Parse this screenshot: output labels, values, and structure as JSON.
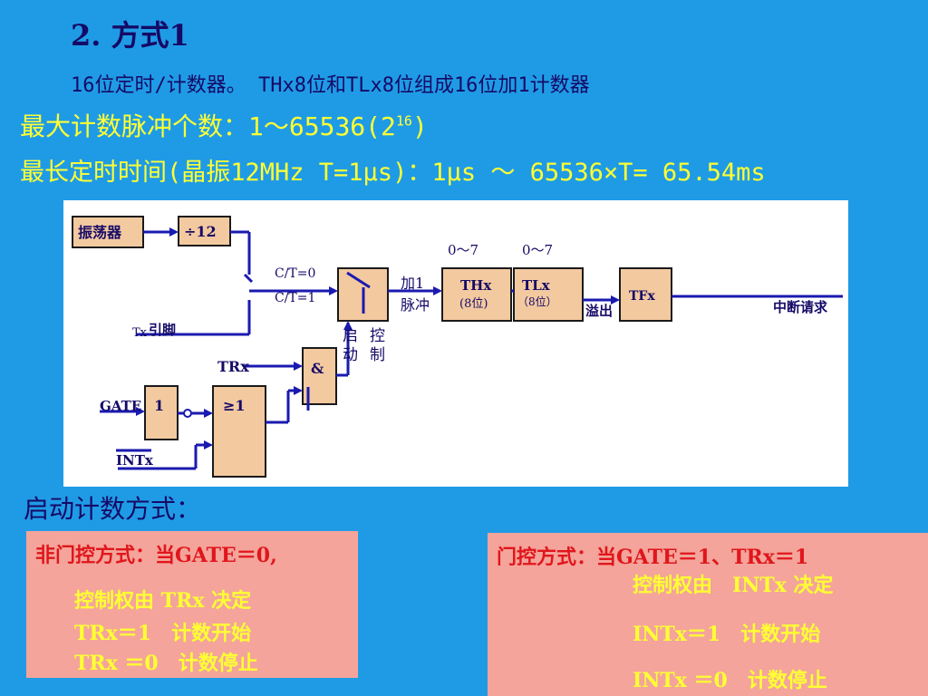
{
  "slide": {
    "title": "2. 方式1",
    "subtitle": "16位定时/计数器。 THx8位和TLx8位组成16位加1计数器",
    "max_count": {
      "label": "最大计数脉冲个数：",
      "value": "1～65536(2",
      "exponent": "16",
      "close": ")"
    },
    "max_time": "最长定时时间(晶振12MHz T=1μs)：1μs ～ 65536×T= 65.54ms"
  },
  "diagram": {
    "oscillator": "振荡器",
    "divider": "÷12",
    "ct0": "C/T=0",
    "ct1": "C/T=1",
    "tx_pin_prefix": "Tx",
    "tx_pin_suffix": "引脚",
    "trx": "TRx",
    "and_gate": "&",
    "gate_input": "GATE",
    "not_gate": "1",
    "or_gate": "≥1",
    "intx": "INTx",
    "start_1": "启",
    "start_2": "动",
    "control_1": "控",
    "control_2": "制",
    "add1_1": "加1",
    "add1_2": "脉冲",
    "thx_range": "0～7",
    "tlx_range": "0～7",
    "thx": "THx",
    "thx_bits": "(8位)",
    "tlx": "TLx",
    "tlx_bits": "（8位）",
    "overflow": "溢出",
    "tfx": "TFx",
    "interrupt": "中断请求"
  },
  "modes": {
    "heading": "启动计数方式：",
    "non_gate": {
      "title": "非门控方式：当GATE＝0,",
      "line1": "控制权由 TRx 决定",
      "line2": "TRx＝1　计数开始",
      "line3": "TRx ＝0　计数停止"
    },
    "gate": {
      "title": "门控方式：当GATE＝1、TRx＝1",
      "line1": "控制权由　INTx 决定",
      "line2": "INTx＝1　计数开始",
      "line3": "INTx ＝0　计数停止"
    }
  },
  "colors": {
    "background": "#1f9be6",
    "highlight_text": "#ffff33",
    "heading_text": "#150a66",
    "box_fill": "#f4a49a",
    "box_title": "#e0161c",
    "diagram_block": "#f3c9a0",
    "diagram_line": "#1a1ab0"
  }
}
